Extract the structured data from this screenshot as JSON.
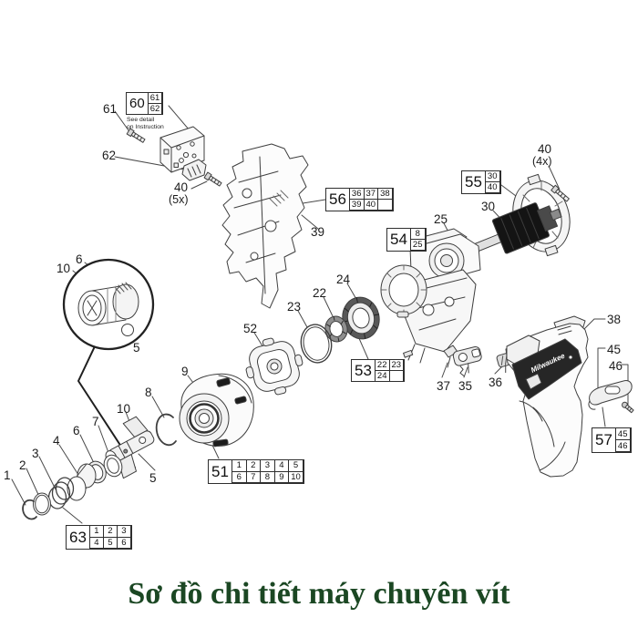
{
  "caption": "Sơ đồ chi tiết máy chuyên vít",
  "brand": "Milwaukee",
  "colors": {
    "caption_green": "#1b4723",
    "line": "#3f3f3f",
    "armature_black": "#141414"
  },
  "callouts": {
    "c60": {
      "main": "60",
      "rows": [
        [
          "61"
        ],
        [
          "62"
        ]
      ],
      "note_line1": "See detail",
      "note_line2": "on Instruction"
    },
    "c56": {
      "main": "56",
      "rows": [
        [
          "36",
          "37",
          "38"
        ],
        [
          "39",
          "40",
          ""
        ]
      ]
    },
    "c55": {
      "main": "55",
      "rows": [
        [
          "30"
        ],
        [
          "40"
        ]
      ]
    },
    "c54": {
      "main": "54",
      "rows": [
        [
          "8"
        ],
        [
          "25"
        ]
      ]
    },
    "c53": {
      "main": "53",
      "rows": [
        [
          "22",
          "23"
        ],
        [
          "24",
          ""
        ]
      ]
    },
    "c51": {
      "main": "51",
      "rows": [
        [
          "1",
          "2",
          "3",
          "4",
          "5"
        ],
        [
          "6",
          "7",
          "8",
          "9",
          "10"
        ]
      ]
    },
    "c63": {
      "main": "63",
      "rows": [
        [
          "1",
          "2",
          "3"
        ],
        [
          "4",
          "5",
          "6"
        ]
      ]
    },
    "c57": {
      "main": "57",
      "rows": [
        [
          "45"
        ],
        [
          "46"
        ]
      ]
    }
  },
  "part_labels": {
    "p61": "61",
    "p62": "62",
    "p40a": "40",
    "p40a_mult": "(5x)",
    "p39": "39",
    "p40b": "40",
    "p40b_mult": "(4x)",
    "p30": "30",
    "p25": "25",
    "p24": "24",
    "p22": "22",
    "p23": "23",
    "p52": "52",
    "p9": "9",
    "p10_circle": "10",
    "p6_circle": "6",
    "p5_circle": "5",
    "p8": "8",
    "p10": "10",
    "p7": "7",
    "p6": "6",
    "p4": "4",
    "p3": "3",
    "p2": "2",
    "p1": "1",
    "p5": "5",
    "p37": "37",
    "p35": "35",
    "p36": "36",
    "p38": "38",
    "p45": "45",
    "p46": "46"
  }
}
